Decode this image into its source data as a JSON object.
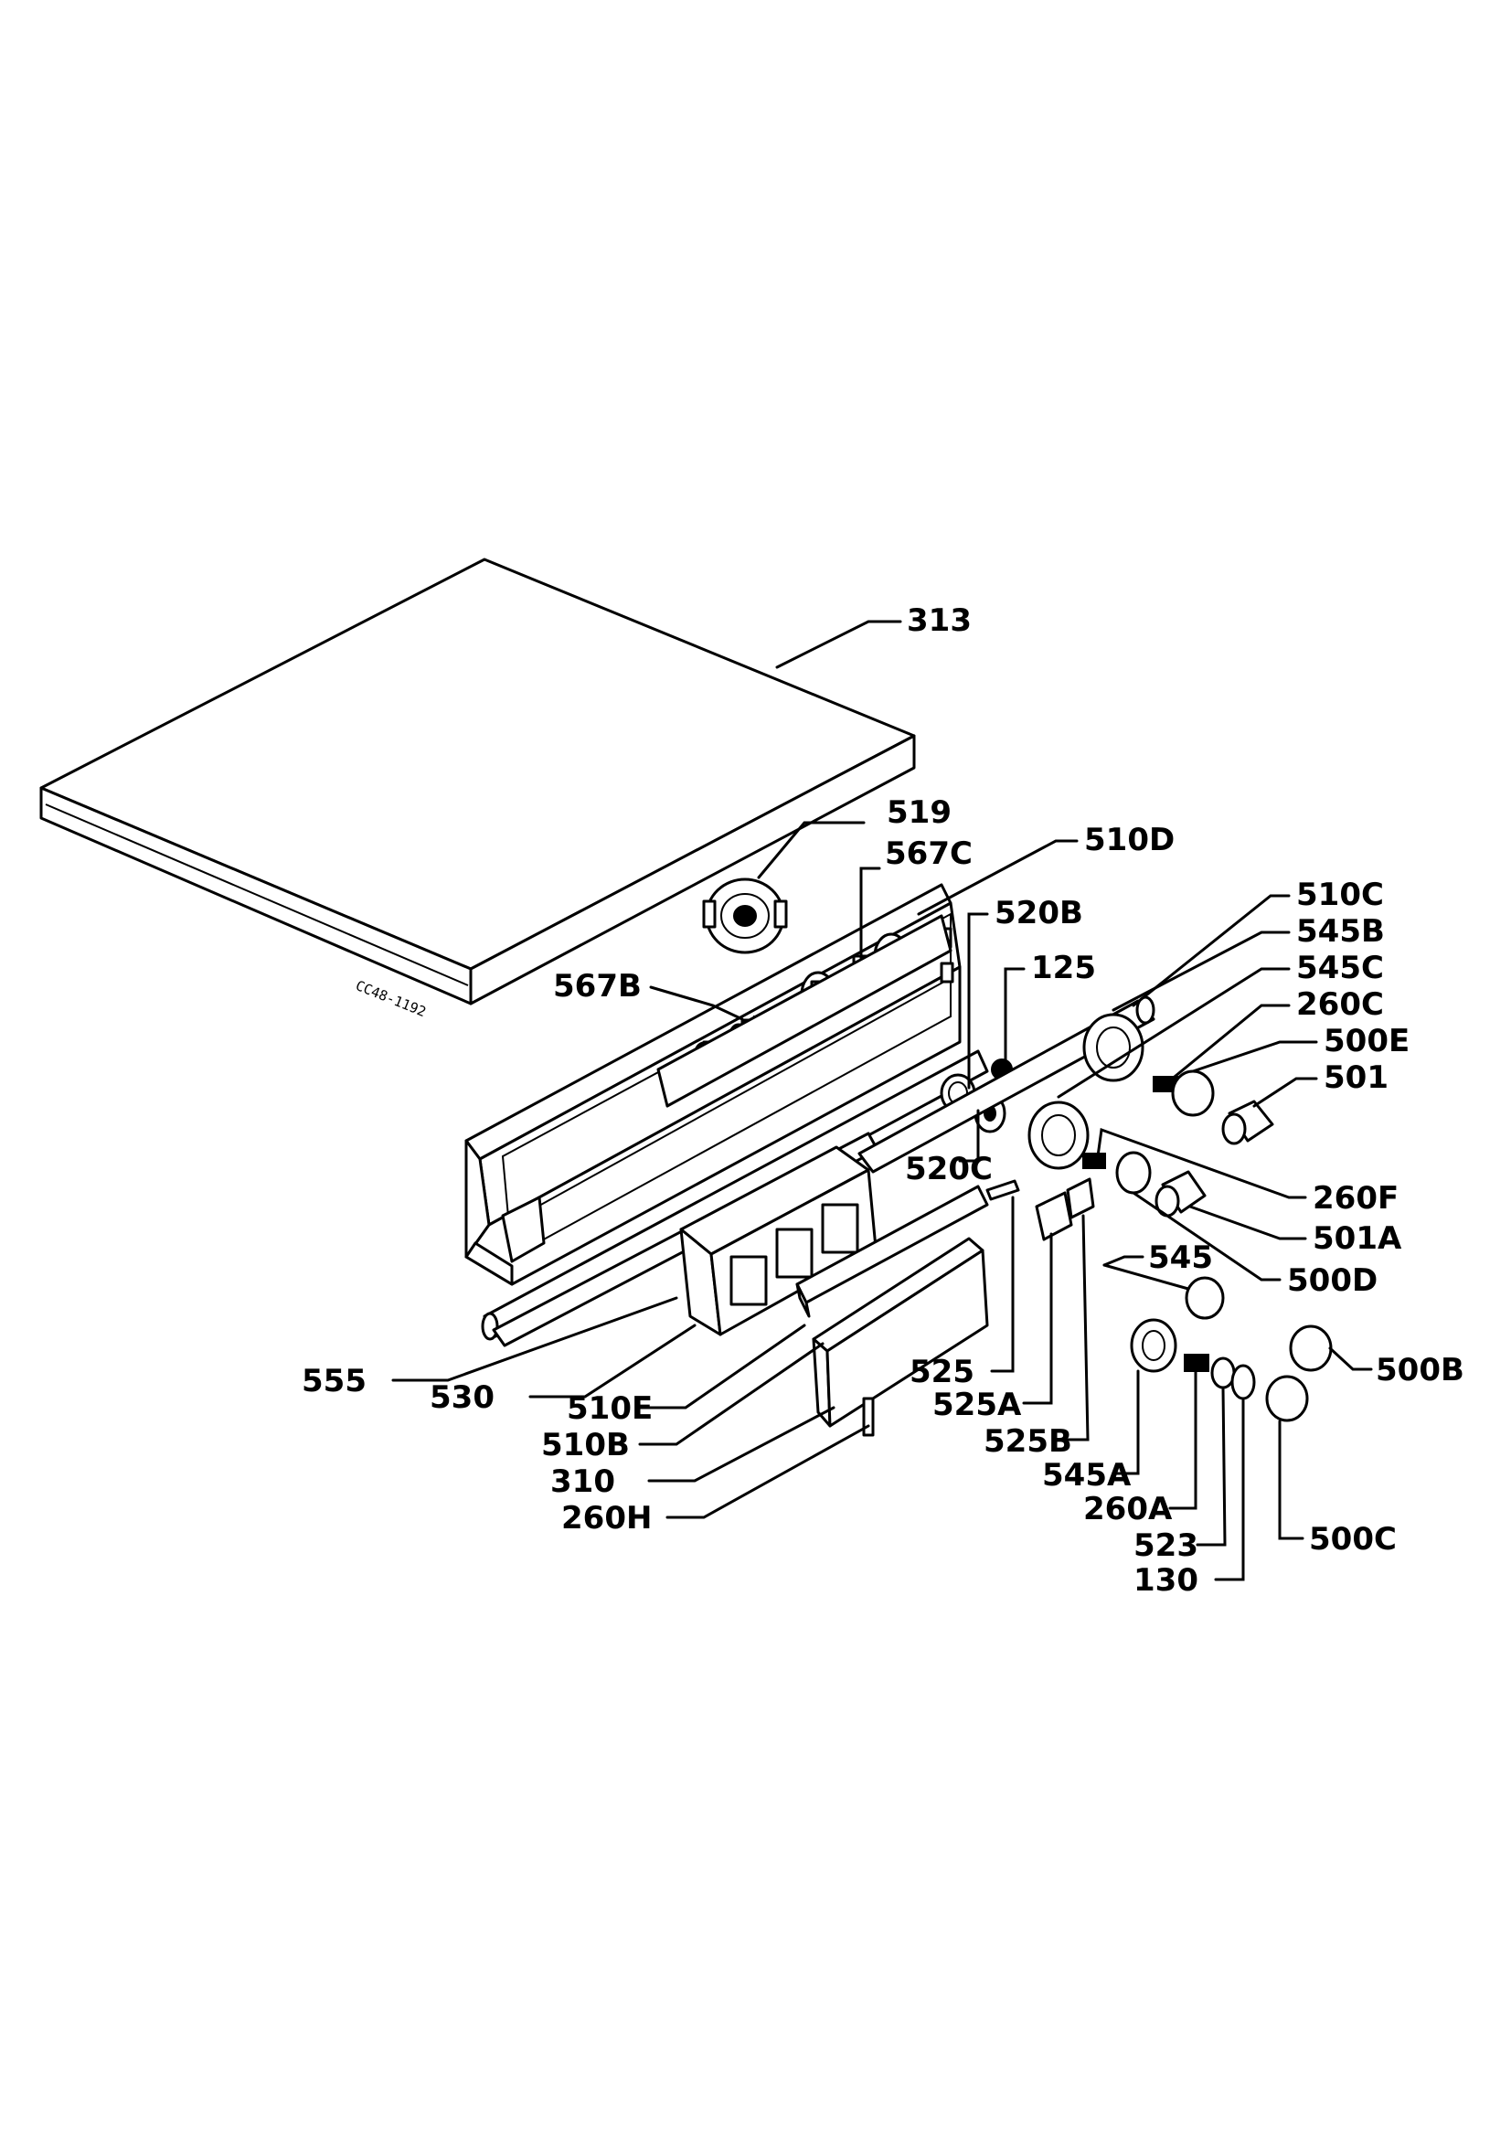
{
  "drawing_code": "CC48-1192",
  "labels": {
    "p313": "313",
    "p519": "519",
    "p567c": "567C",
    "p510d": "510D",
    "p510c": "510C",
    "p545b": "545B",
    "p545c": "545C",
    "p260c": "260C",
    "p500e": "500E",
    "p501": "501",
    "p520b": "520B",
    "p125": "125",
    "p567b": "567B",
    "p520c": "520C",
    "p260f": "260F",
    "p501a": "501A",
    "p500d": "500D",
    "p545": "545",
    "p555": "555",
    "p530": "530",
    "p510e": "510E",
    "p510b": "510B",
    "p310": "310",
    "p260h": "260H",
    "p525": "525",
    "p525a": "525A",
    "p525b": "525B",
    "p545a": "545A",
    "p260a": "260A",
    "p523": "523",
    "p130": "130",
    "p500b": "500B",
    "p500c": "500C"
  }
}
